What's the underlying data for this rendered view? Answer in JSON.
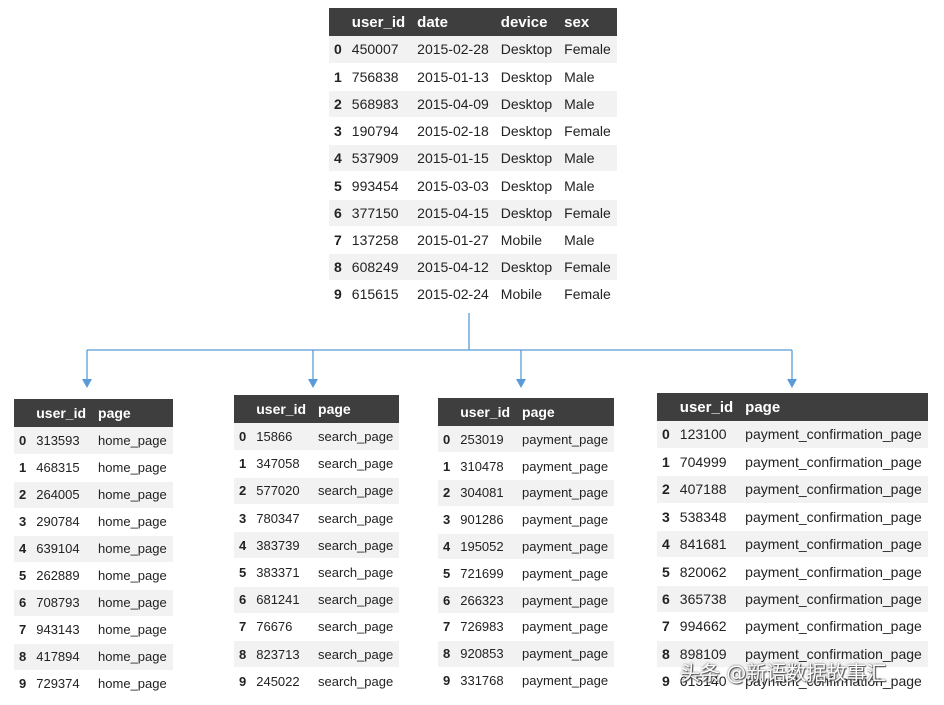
{
  "main_table": {
    "columns": [
      "user_id",
      "date",
      "device",
      "sex"
    ],
    "rows": [
      {
        "idx": "0",
        "cells": [
          "450007",
          "2015-02-28",
          "Desktop",
          "Female"
        ]
      },
      {
        "idx": "1",
        "cells": [
          "756838",
          "2015-01-13",
          "Desktop",
          "Male"
        ]
      },
      {
        "idx": "2",
        "cells": [
          "568983",
          "2015-04-09",
          "Desktop",
          "Male"
        ]
      },
      {
        "idx": "3",
        "cells": [
          "190794",
          "2015-02-18",
          "Desktop",
          "Female"
        ]
      },
      {
        "idx": "4",
        "cells": [
          "537909",
          "2015-01-15",
          "Desktop",
          "Male"
        ]
      },
      {
        "idx": "5",
        "cells": [
          "993454",
          "2015-03-03",
          "Desktop",
          "Male"
        ]
      },
      {
        "idx": "6",
        "cells": [
          "377150",
          "2015-04-15",
          "Desktop",
          "Female"
        ]
      },
      {
        "idx": "7",
        "cells": [
          "137258",
          "2015-01-27",
          "Mobile",
          "Male"
        ]
      },
      {
        "idx": "8",
        "cells": [
          "608249",
          "2015-04-12",
          "Desktop",
          "Female"
        ]
      },
      {
        "idx": "9",
        "cells": [
          "615615",
          "2015-02-24",
          "Mobile",
          "Female"
        ]
      }
    ]
  },
  "home_table": {
    "columns": [
      "user_id",
      "page"
    ],
    "rows": [
      {
        "idx": "0",
        "cells": [
          "313593",
          "home_page"
        ]
      },
      {
        "idx": "1",
        "cells": [
          "468315",
          "home_page"
        ]
      },
      {
        "idx": "2",
        "cells": [
          "264005",
          "home_page"
        ]
      },
      {
        "idx": "3",
        "cells": [
          "290784",
          "home_page"
        ]
      },
      {
        "idx": "4",
        "cells": [
          "639104",
          "home_page"
        ]
      },
      {
        "idx": "5",
        "cells": [
          "262889",
          "home_page"
        ]
      },
      {
        "idx": "6",
        "cells": [
          "708793",
          "home_page"
        ]
      },
      {
        "idx": "7",
        "cells": [
          "943143",
          "home_page"
        ]
      },
      {
        "idx": "8",
        "cells": [
          "417894",
          "home_page"
        ]
      },
      {
        "idx": "9",
        "cells": [
          "729374",
          "home_page"
        ]
      }
    ]
  },
  "search_table": {
    "columns": [
      "user_id",
      "page"
    ],
    "rows": [
      {
        "idx": "0",
        "cells": [
          "15866",
          "search_page"
        ]
      },
      {
        "idx": "1",
        "cells": [
          "347058",
          "search_page"
        ]
      },
      {
        "idx": "2",
        "cells": [
          "577020",
          "search_page"
        ]
      },
      {
        "idx": "3",
        "cells": [
          "780347",
          "search_page"
        ]
      },
      {
        "idx": "4",
        "cells": [
          "383739",
          "search_page"
        ]
      },
      {
        "idx": "5",
        "cells": [
          "383371",
          "search_page"
        ]
      },
      {
        "idx": "6",
        "cells": [
          "681241",
          "search_page"
        ]
      },
      {
        "idx": "7",
        "cells": [
          "76676",
          "search_page"
        ]
      },
      {
        "idx": "8",
        "cells": [
          "823713",
          "search_page"
        ]
      },
      {
        "idx": "9",
        "cells": [
          "245022",
          "search_page"
        ]
      }
    ]
  },
  "payment_table": {
    "columns": [
      "user_id",
      "page"
    ],
    "rows": [
      {
        "idx": "0",
        "cells": [
          "253019",
          "payment_page"
        ]
      },
      {
        "idx": "1",
        "cells": [
          "310478",
          "payment_page"
        ]
      },
      {
        "idx": "2",
        "cells": [
          "304081",
          "payment_page"
        ]
      },
      {
        "idx": "3",
        "cells": [
          "901286",
          "payment_page"
        ]
      },
      {
        "idx": "4",
        "cells": [
          "195052",
          "payment_page"
        ]
      },
      {
        "idx": "5",
        "cells": [
          "721699",
          "payment_page"
        ]
      },
      {
        "idx": "6",
        "cells": [
          "266323",
          "payment_page"
        ]
      },
      {
        "idx": "7",
        "cells": [
          "726983",
          "payment_page"
        ]
      },
      {
        "idx": "8",
        "cells": [
          "920853",
          "payment_page"
        ]
      },
      {
        "idx": "9",
        "cells": [
          "331768",
          "payment_page"
        ]
      }
    ]
  },
  "confirmation_table": {
    "columns": [
      "user_id",
      "page"
    ],
    "rows": [
      {
        "idx": "0",
        "cells": [
          "123100",
          "payment_confirmation_page"
        ]
      },
      {
        "idx": "1",
        "cells": [
          "704999",
          "payment_confirmation_page"
        ]
      },
      {
        "idx": "2",
        "cells": [
          "407188",
          "payment_confirmation_page"
        ]
      },
      {
        "idx": "3",
        "cells": [
          "538348",
          "payment_confirmation_page"
        ]
      },
      {
        "idx": "4",
        "cells": [
          "841681",
          "payment_confirmation_page"
        ]
      },
      {
        "idx": "5",
        "cells": [
          "820062",
          "payment_confirmation_page"
        ]
      },
      {
        "idx": "6",
        "cells": [
          "365738",
          "payment_confirmation_page"
        ]
      },
      {
        "idx": "7",
        "cells": [
          "994662",
          "payment_confirmation_page"
        ]
      },
      {
        "idx": "8",
        "cells": [
          "898109",
          "payment_confirmation_page"
        ]
      },
      {
        "idx": "9",
        "cells": [
          "615140",
          "payment_confirmation_page"
        ]
      }
    ]
  },
  "watermark": "头条 @新语数据故事汇",
  "colors": {
    "header_bg": "#3e3e3e",
    "header_text": "#ffffff",
    "stripe": "#f2f2f2",
    "connector": "#5b9bd5"
  }
}
